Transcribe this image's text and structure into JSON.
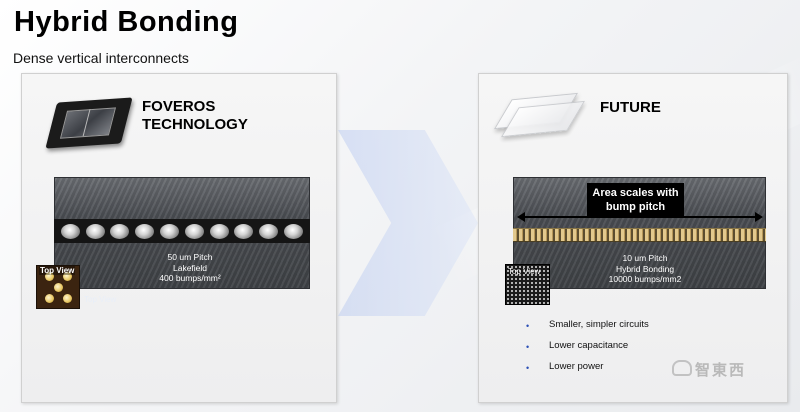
{
  "title": "Hybrid Bonding",
  "subtitle": "Dense vertical interconnects",
  "left_panel": {
    "heading_line1": "FOVEROS",
    "heading_line2": "TECHNOLOGY",
    "pitch": "50 um Pitch",
    "product": "Lakefield",
    "density": "400 bumps/mm²",
    "top_view_label": "Top View",
    "top_view_caption": "Top View",
    "bump_color": "#d9d9d9"
  },
  "right_panel": {
    "heading": "FUTURE",
    "callout_line1": "Area scales with",
    "callout_line2": "bump pitch",
    "pitch": "10 um Pitch",
    "method": "Hybrid Bonding",
    "density": "10000 bumps/mm2",
    "top_view_label": "Top View",
    "bump_color": "#e2c98d",
    "bullets": [
      "Smaller, simpler circuits",
      "Lower capacitance",
      "Lower power"
    ],
    "bullet_color": "#2b4fb5"
  },
  "icons": {
    "chip": "foveros-chip-icon",
    "future": "glass-wafer-icon",
    "transition": "chevron-arrow-icon"
  },
  "watermark": "智東西"
}
